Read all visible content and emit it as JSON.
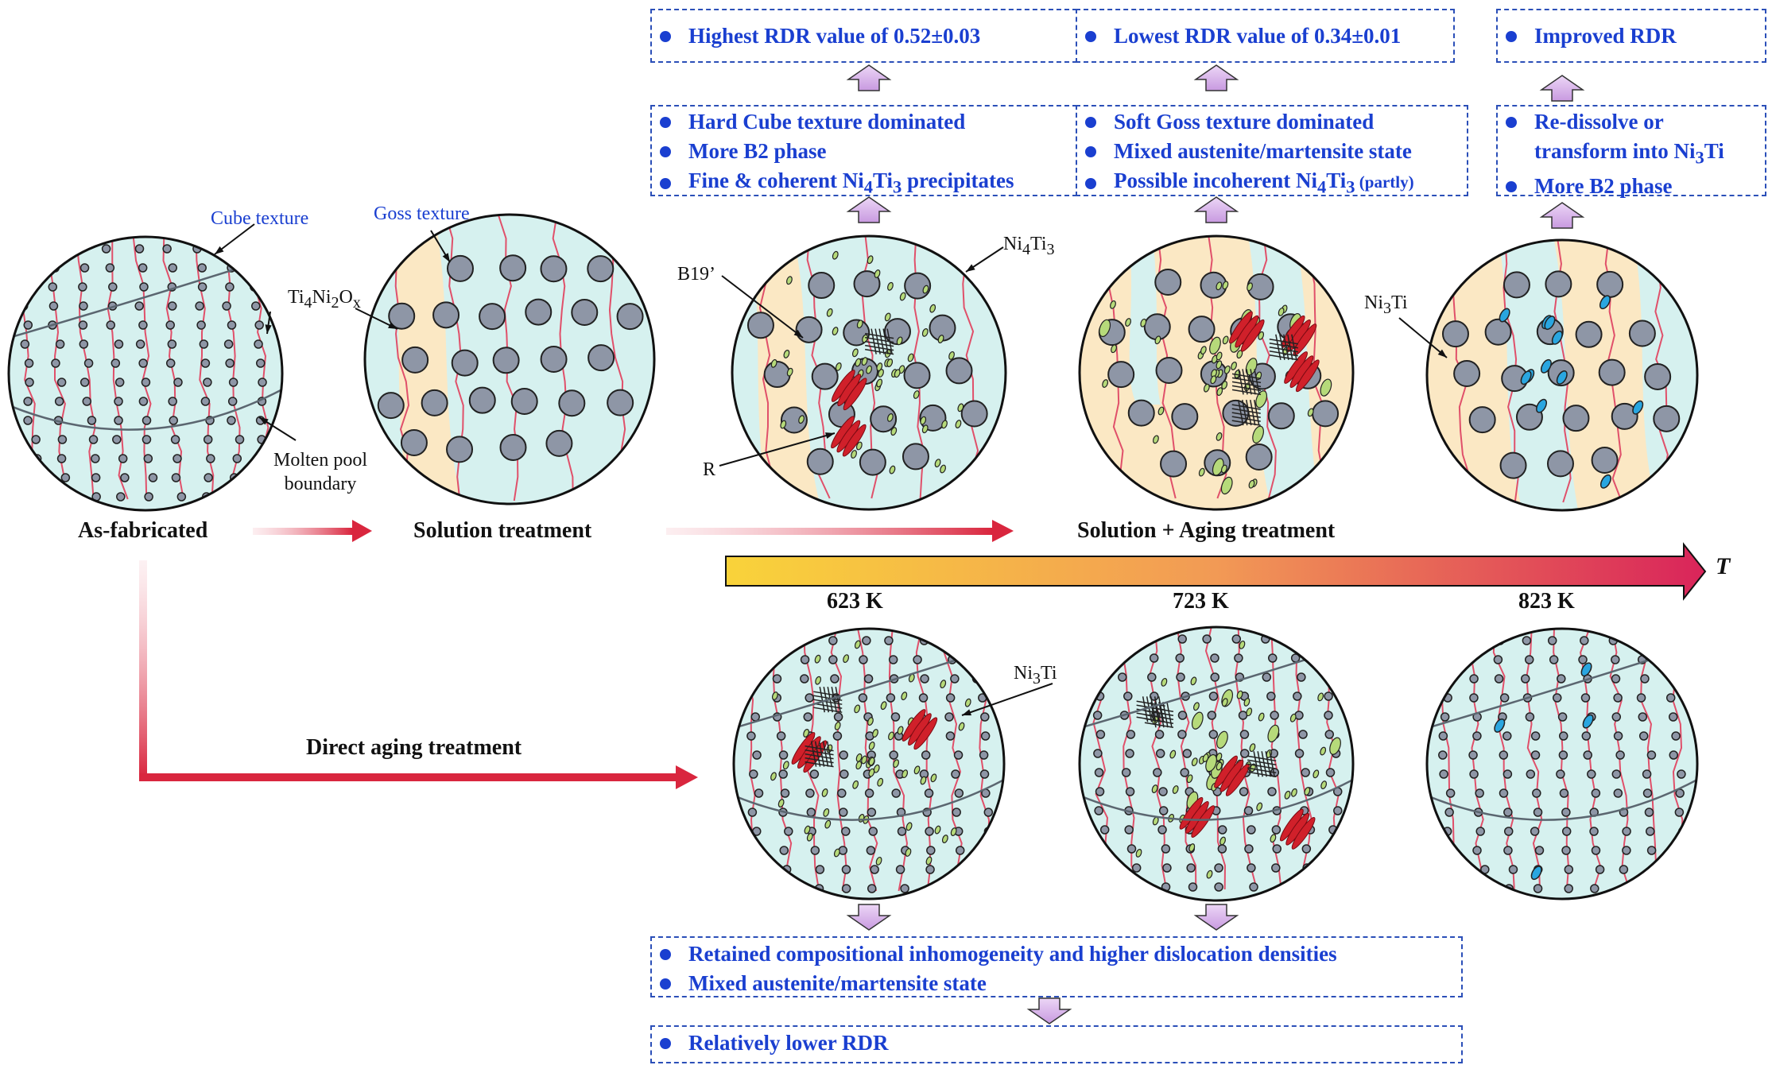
{
  "stages": {
    "as_fabricated": "As-fabricated",
    "solution": "Solution treatment",
    "solution_aging": "Solution + Aging treatment",
    "direct_aging": "Direct aging treatment"
  },
  "temperatures": {
    "t1": "623 K",
    "t2": "723 K",
    "t3": "823 K",
    "axis_var": "T"
  },
  "annotations": {
    "cube_texture": "Cube texture",
    "goss_texture": "Goss texture",
    "oxide": "Ti",
    "oxide_s1": "4",
    "oxide_m": "Ni",
    "oxide_s2": "2",
    "oxide_m2": "O",
    "oxide_s3": "x",
    "molten_pool_1": "Molten pool",
    "molten_pool_2": "boundary",
    "b19": "B19’",
    "r_phase": "R",
    "ni4ti3_a": "Ni",
    "ni4ti3_b": "4",
    "ni4ti3_c": "Ti",
    "ni4ti3_d": "3",
    "ni3ti_a": "Ni",
    "ni3ti_b": "3",
    "ni3ti_c": "Ti"
  },
  "top_boxes": {
    "rdr_623": "Highest RDR value of 0.52±0.03",
    "rdr_723": "Lowest RDR value of 0.34±0.01",
    "rdr_823": "Improved RDR"
  },
  "mid_boxes": {
    "b623": {
      "l1": "Hard Cube texture dominated",
      "l2": "More B2 phase",
      "l3_a": "Fine & coherent Ni",
      "l3_b": "4",
      "l3_c": "Ti",
      "l3_d": "3",
      "l3_e": " precipitates"
    },
    "b723": {
      "l1": "Soft Goss texture dominated",
      "l2": "Mixed austenite/martensite state",
      "l3_a": "Possible incoherent Ni",
      "l3_b": "4",
      "l3_c": "Ti",
      "l3_d": "3",
      "l3_e": " (partly)"
    },
    "b823": {
      "l1": "Re-dissolve or",
      "l2_a": "transform into Ni",
      "l2_b": "3",
      "l2_c": "Ti",
      "l3": "More B2 phase"
    }
  },
  "bottom_boxes": {
    "l1": "Retained compositional inhomogeneity and higher dislocation densities",
    "l2": "Mixed austenite/martensite state",
    "l3": "Relatively lower RDR"
  },
  "colors": {
    "blue_text": "#1a3fd0",
    "circle_fill": "#d6f1ef",
    "goss_band": "#fbe8c4",
    "precip_grey": "#8e96a6",
    "martensite_red": "#d0202a",
    "ni4ti3_green": "#b6da7a",
    "ni3ti_blue": "#2aa6e0",
    "boundary_red": "#e0506a",
    "arrow_purple": "#d8b4ea"
  }
}
